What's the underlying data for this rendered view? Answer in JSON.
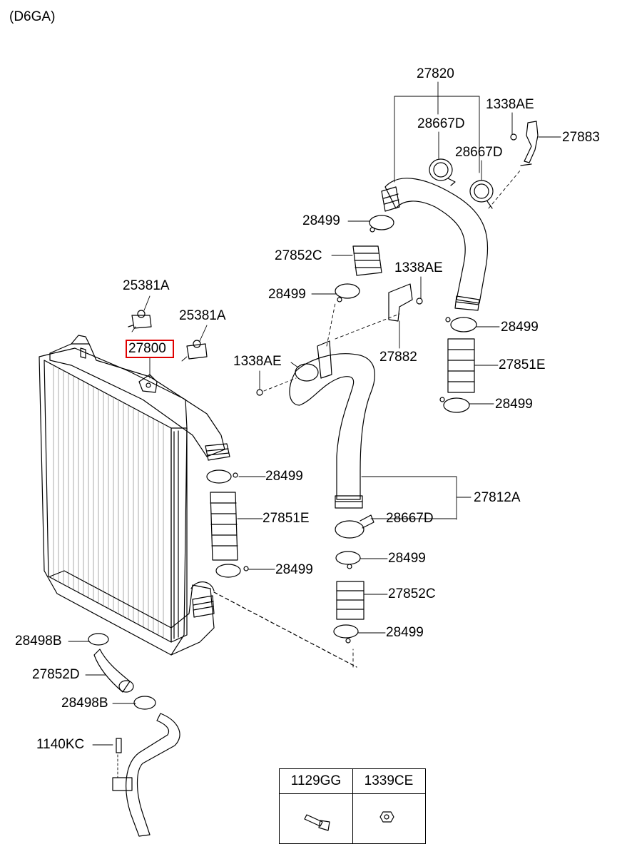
{
  "header": {
    "engine_code": "(D6GA)"
  },
  "highlighted_part": "27800",
  "callouts": [
    {
      "id": "c-27820",
      "text": "27820"
    },
    {
      "id": "c-28667D-a",
      "text": "28667D"
    },
    {
      "id": "c-1338AE-a",
      "text": "1338AE"
    },
    {
      "id": "c-27883",
      "text": "27883"
    },
    {
      "id": "c-28667D-b",
      "text": "28667D"
    },
    {
      "id": "c-28499-a",
      "text": "28499"
    },
    {
      "id": "c-27852C-a",
      "text": "27852C"
    },
    {
      "id": "c-1338AE-b",
      "text": "1338AE"
    },
    {
      "id": "c-28499-b",
      "text": "28499"
    },
    {
      "id": "c-25381A-a",
      "text": "25381A"
    },
    {
      "id": "c-25381A-b",
      "text": "25381A"
    },
    {
      "id": "c-27800",
      "text": "27800"
    },
    {
      "id": "c-28499-c",
      "text": "28499"
    },
    {
      "id": "c-27882",
      "text": "27882"
    },
    {
      "id": "c-1338AE-c",
      "text": "1338AE"
    },
    {
      "id": "c-27851E-a",
      "text": "27851E"
    },
    {
      "id": "c-28499-d",
      "text": "28499"
    },
    {
      "id": "c-28499-e",
      "text": "28499"
    },
    {
      "id": "c-27812A",
      "text": "27812A"
    },
    {
      "id": "c-27851E-b",
      "text": "27851E"
    },
    {
      "id": "c-28667D-c",
      "text": "28667D"
    },
    {
      "id": "c-28499-f",
      "text": "28499"
    },
    {
      "id": "c-28499-g",
      "text": "28499"
    },
    {
      "id": "c-27852C-b",
      "text": "27852C"
    },
    {
      "id": "c-28498B-a",
      "text": "28498B"
    },
    {
      "id": "c-28499-h",
      "text": "28499"
    },
    {
      "id": "c-27852D",
      "text": "27852D"
    },
    {
      "id": "c-28498B-b",
      "text": "28498B"
    },
    {
      "id": "c-1140KC",
      "text": "1140KC"
    }
  ],
  "legend_table": {
    "columns": [
      {
        "part": "1129GG",
        "icon": "bolt-icon"
      },
      {
        "part": "1339CE",
        "icon": "nut-icon"
      }
    ]
  }
}
